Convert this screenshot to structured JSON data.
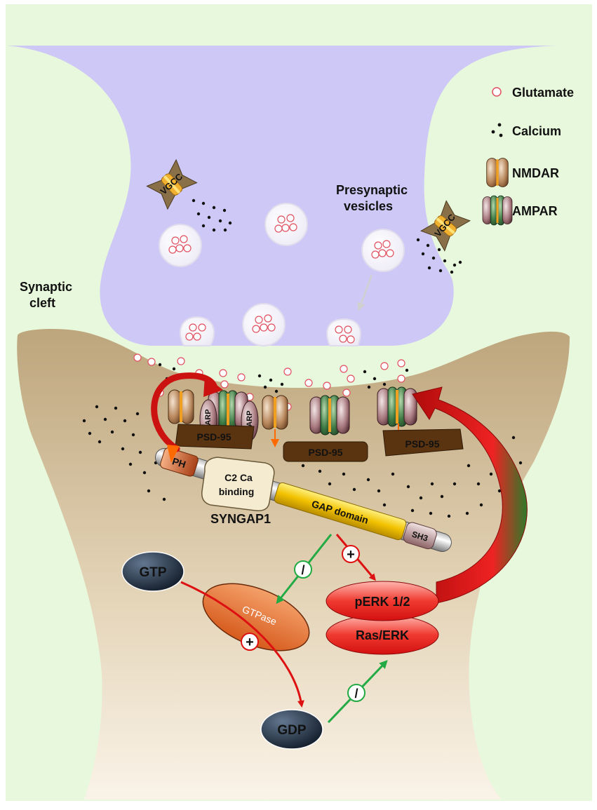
{
  "legend": {
    "glutamate": "Glutamate",
    "calcium": "Calcium",
    "nmdar": "NMDAR",
    "ampar": "AMPAR"
  },
  "labels": {
    "vgcc_left": "VGCC",
    "vgcc_right": "VGCC",
    "presynaptic_line1": "Presynaptic",
    "presynaptic_line2": "vesicles",
    "cleft_line1": "Synaptic",
    "cleft_line2": "cleft",
    "tarp_1": "TARP",
    "tarp_2": "TARP",
    "psd95_1": "PSD-95",
    "psd95_2": "PSD-95",
    "psd95_3": "PSD-95",
    "ph": "PH",
    "c2_line1": "C2 Ca",
    "c2_line2": "binding",
    "gap": "GAP domain",
    "sh3": "SH3",
    "syngap1": "SYNGAP1",
    "gtp": "GTP",
    "gtpase": "GTPase",
    "gdp": "GDP",
    "perk": "pERK 1/2",
    "raserk": "Ras/ERK",
    "inhibit_1": "/",
    "inhibit_2": "/",
    "activate_1": "+",
    "activate_2": "+"
  },
  "colors": {
    "page_bg": "#e8f8dc",
    "presynaptic": "#cec8f6",
    "postsynaptic_top": "#c2ad86",
    "postsynaptic_bottom": "#f8efe2",
    "psd95_fill": "#5a3410",
    "psd95_text": "#ffe600",
    "gap_domain": "#f2c200",
    "perk_red": "#ee2222",
    "gtpase_orange": "#e8702c",
    "activation_arrow": "#dd1111",
    "inhibition_arrow": "#22aa44",
    "nucleotide_dark": "#1e2a3c"
  }
}
